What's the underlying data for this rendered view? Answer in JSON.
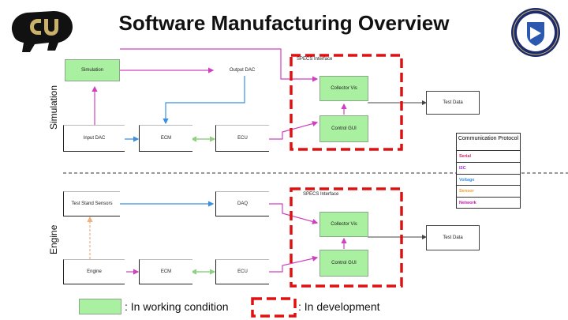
{
  "title": "Software Manufacturing Overview",
  "side_labels": {
    "top": "Simulation",
    "bottom": "Engine"
  },
  "top_section": {
    "simulation": "Simulation",
    "output_dac": "Output DAC",
    "specs_interface": "SPECS Interface",
    "collector_vis": "Collector Vis",
    "control_gui": "Control GUI",
    "test_data": "Test Data",
    "input_dac": "Input DAC",
    "ecm": "ECM",
    "ecu": "ECU"
  },
  "bottom_section": {
    "test_stand_sensors": "Test Stand Sensors",
    "daq": "DAQ",
    "specs_interface": "SPECS Interface",
    "collector_vis": "Collector Vis",
    "control_gui": "Control GUI",
    "test_data": "Test Data",
    "engine": "Engine",
    "ecm": "ECM",
    "ecu": "ECU"
  },
  "protocol": {
    "header": "Communication Protocol",
    "rows": [
      {
        "label": "Serial",
        "color": "#e0225c"
      },
      {
        "label": "I2C",
        "color": "#a030c0"
      },
      {
        "label": "Voltage",
        "color": "#3a8fe0"
      },
      {
        "label": "Sensor",
        "color": "#f0a030"
      },
      {
        "label": "Network",
        "color": "#c020b0"
      }
    ]
  },
  "legend": {
    "working": ": In working condition",
    "development": ": In development",
    "working_color": "#a9f0a0",
    "development_color": "#e01010"
  },
  "colors": {
    "magenta": "#d040c0",
    "blue": "#3a8fe0",
    "green": "#8fd080",
    "orange": "#f0b080",
    "red_dash": "#e01010"
  }
}
